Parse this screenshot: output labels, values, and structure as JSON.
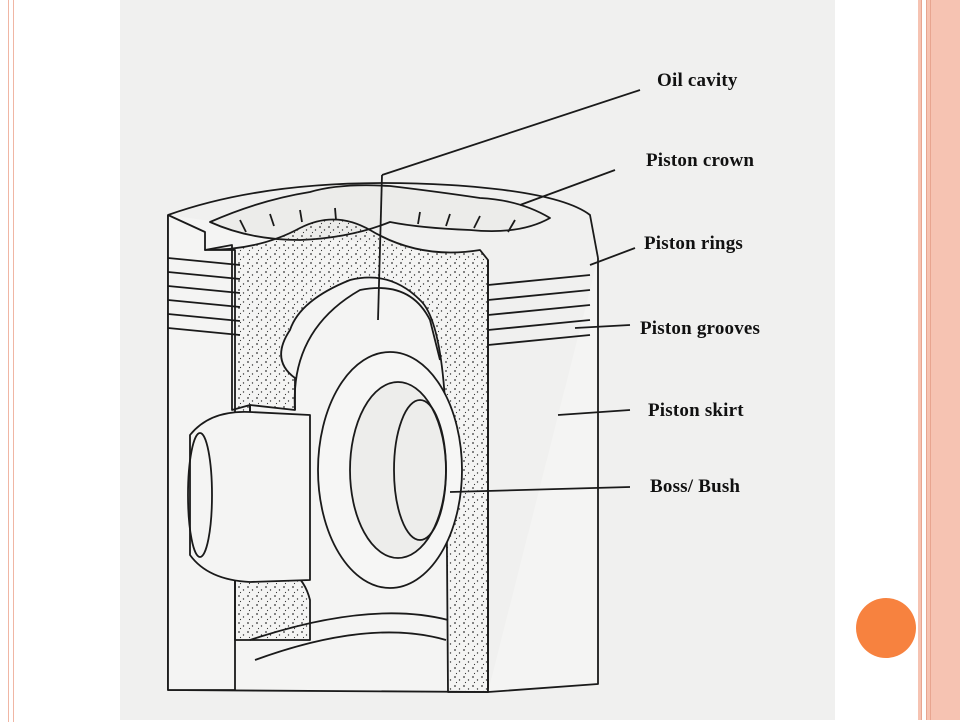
{
  "diagram": {
    "labels": {
      "oil_cavity": "Oil cavity",
      "piston_crown": "Piston crown",
      "piston_rings": "Piston rings",
      "piston_grooves": "Piston grooves",
      "piston_skirt": "Piston skirt",
      "boss_bush": "Boss/ Bush"
    }
  },
  "colors": {
    "accent_circle": "#f7823f",
    "frame": "#f6c3b2",
    "scan_background": "#f0f0ef"
  }
}
